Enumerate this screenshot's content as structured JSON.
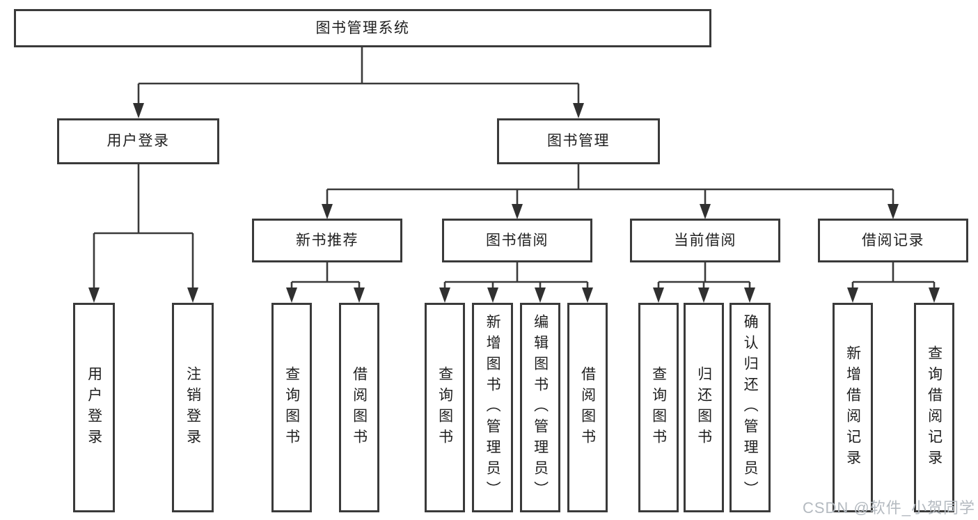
{
  "diagram": {
    "title": "图书管理系统",
    "level2": {
      "user_login": "用户登录",
      "book_management": "图书管理"
    },
    "level3": {
      "new_book_recommend": "新书推荐",
      "book_borrow": "图书借阅",
      "current_borrow": "当前借阅",
      "borrow_record": "借阅记录"
    },
    "leaves": {
      "user_login": [
        "用户登录",
        "注销登录"
      ],
      "new_book_recommend": [
        "查询图书",
        "借阅图书"
      ],
      "book_borrow": [
        "查询图书",
        "新增图书（管理员）",
        "编辑图书（管理员）",
        "借阅图书"
      ],
      "current_borrow": [
        "查询图书",
        "归还图书",
        "确认归还（管理员）"
      ],
      "borrow_record": [
        "新增借阅记录",
        "查询借阅记录"
      ]
    }
  },
  "watermark": {
    "text": "CSDN @软件_小贺同学"
  },
  "colors": {
    "line": "#3a3a3a",
    "text": "#1f1f1f",
    "watermark": "#b4bac0",
    "background": "#ffffff"
  }
}
